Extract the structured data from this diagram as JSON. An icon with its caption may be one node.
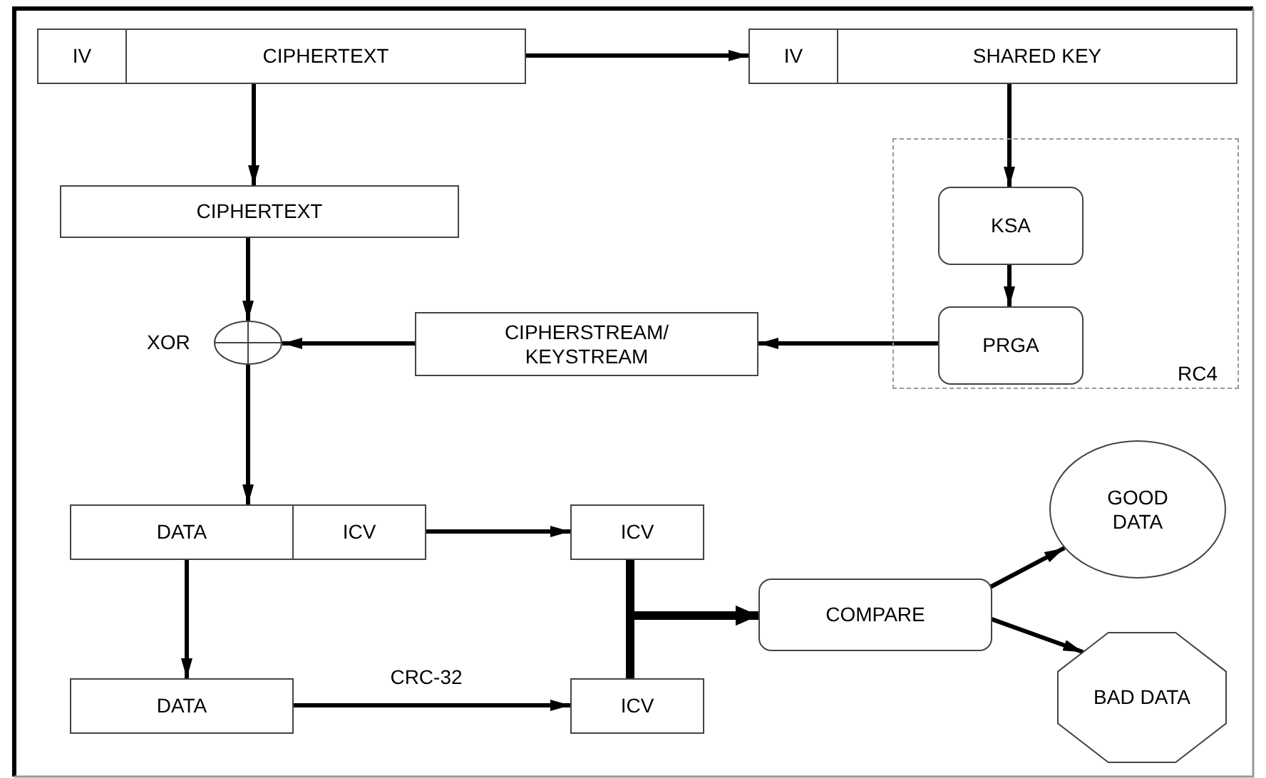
{
  "diagram": {
    "nodes": [
      {
        "text": [
          "IV"
        ]
      },
      {
        "text": [
          "CIPHERTEXT"
        ]
      },
      {
        "text": [
          "IV"
        ]
      },
      {
        "text": [
          "SHARED KEY"
        ]
      },
      {
        "text": [
          "RC4"
        ]
      },
      {
        "text": [
          "KSA"
        ],
        "in": 4
      },
      {
        "text": [
          "PRGA"
        ],
        "in": 4
      },
      {
        "text": [
          "CIPHERTEXT"
        ]
      },
      {
        "text": [],
        "shape": "circle",
        "beside": [
          "XOR"
        ]
      },
      {
        "text": [
          "CIPHERSTREAM/ KEYSTREAM"
        ]
      },
      {
        "text": [
          "DATA"
        ]
      },
      {
        "text": [
          "ICV"
        ]
      },
      {
        "text": [
          "ICV"
        ]
      },
      {
        "text": [
          "DATA"
        ]
      },
      {
        "text": [
          "ICV"
        ]
      },
      {
        "text": [
          "COMPARE"
        ]
      },
      {
        "text": [
          "GOOD DATA"
        ]
      },
      {
        "text": [
          "BAD DATA"
        ]
      }
    ],
    "edges": [
      {
        "from": 1,
        "to": 2,
        "arrow": "to"
      },
      {
        "from": 1,
        "to": 7,
        "arrow": "to"
      },
      {
        "from": 3,
        "to": 5,
        "arrow": "to"
      },
      {
        "from": 5,
        "to": 6,
        "arrow": "to"
      },
      {
        "from": 7,
        "to": 8,
        "arrow": "to"
      },
      {
        "from": 6,
        "to": 9,
        "arrow": "to"
      },
      {
        "from": 9,
        "to": 8,
        "arrow": "to"
      },
      {
        "from": 8,
        "to": 10,
        "arrow": "to"
      },
      {
        "from": 11,
        "to": 12,
        "arrow": "to"
      },
      {
        "from": 10,
        "to": 13,
        "arrow": "to"
      },
      {
        "from": 13,
        "to": 14,
        "arrow": "to",
        "label": "CRC-32"
      },
      {
        "from": 12,
        "to": 15,
        "arrow": "to",
        "style": "thick"
      },
      {
        "from": 14,
        "to": 15,
        "arrow": "to",
        "style": "thick"
      },
      {
        "from": 15,
        "to": 16,
        "arrow": "to"
      },
      {
        "from": 15,
        "to": 17,
        "arrow": "to"
      }
    ]
  }
}
